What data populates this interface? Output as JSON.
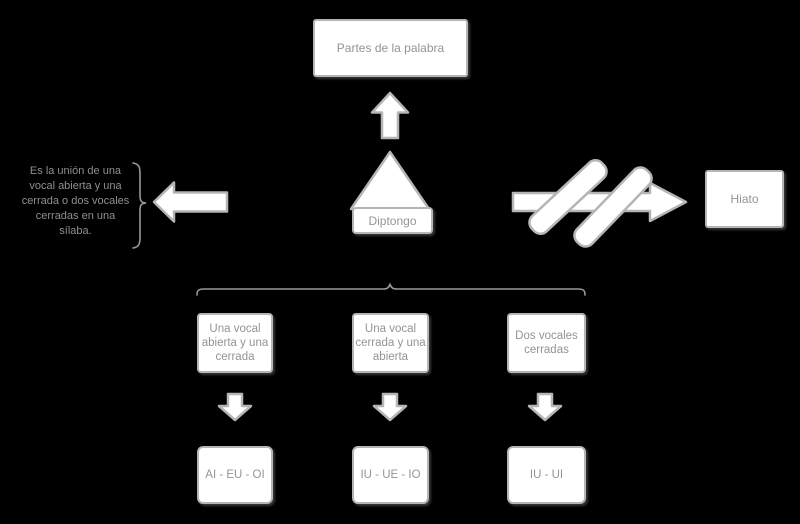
{
  "colors": {
    "background": "#000000",
    "node_fill": "#ffffff",
    "node_border": "#b5b5b5",
    "node_text": "#949494",
    "note_text": "#8f8f8f",
    "brace": "#999999"
  },
  "nodes": {
    "top_box": {
      "label": "Partes de la palabra"
    },
    "center": {
      "label": "Diptongo"
    },
    "right_box": {
      "label": "Hiato"
    },
    "left_note": {
      "text": "Es la unión de una\nvocal abierta y una\ncerrada o dos vocales\ncerradas en una\nsílaba."
    },
    "types": [
      {
        "label": "Una vocal\nabierta y una\ncerrada",
        "examples": "AI - EU - OI"
      },
      {
        "label": "Una vocal\ncerrada y una\nabierta",
        "examples": "IU - UE - IO"
      },
      {
        "label": "Dos vocales\ncerradas",
        "examples": "IU - UI"
      }
    ]
  },
  "shapes": [
    "up-arrow-icon",
    "triangle-icon",
    "left-arrow-icon",
    "right-arrow-icon",
    "slash-bar-icon",
    "down-arrow-icon",
    "curly-brace-icon"
  ]
}
